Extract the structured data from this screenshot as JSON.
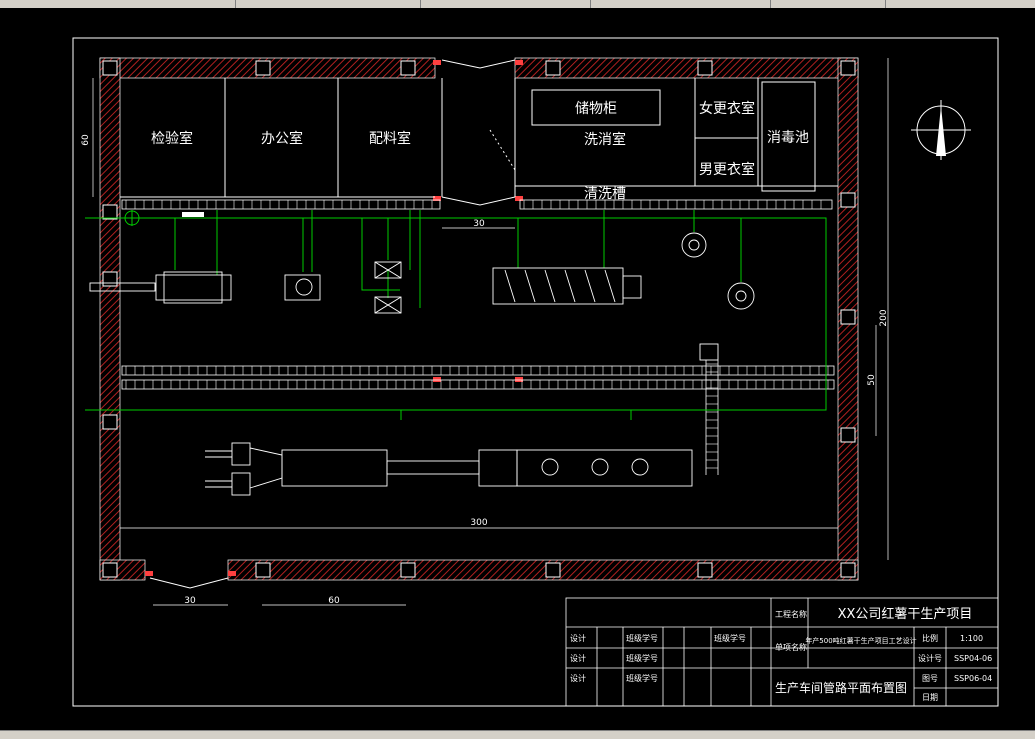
{
  "rooms": {
    "inspection": "检验室",
    "office": "办公室",
    "batching": "配料室",
    "storage_cabinet": "储物柜",
    "washroom": "洗消室",
    "female_locker": "女更衣室",
    "male_locker": "男更衣室",
    "disinfection_pool": "消毒池",
    "wash_tank": "清洗槽"
  },
  "dimensions": {
    "left_height": "60",
    "door_gap_top": "30",
    "right_total": "200",
    "right_sub": "50",
    "total_width": "300",
    "bottom_door": "30",
    "bottom_width": "60"
  },
  "title_block": {
    "project_label": "工程名称",
    "project_name": "XX公司红薯干生产项目",
    "unit_label": "单项名称",
    "unit_name": "年产500吨红薯干生产项目工艺设计",
    "drawing_title": "生产车间管路平面布置图",
    "rows": [
      {
        "role": "设计",
        "field": "班级学号"
      },
      {
        "role": "设计",
        "field": "班级学号"
      },
      {
        "role": "设计",
        "field": "班级学号"
      }
    ],
    "mid_label": "班级学号",
    "scale_label": "比例",
    "scale_value": "1:100",
    "design_no_label": "设计号",
    "design_no_value": "SSP04-06",
    "drawing_no_label": "图号",
    "drawing_no_value": "SSP06-04",
    "date_label": "日期"
  },
  "colors": {
    "background": "#000000",
    "lines": "#ffffff",
    "pipe": "#00cc00",
    "wall_hatch": "#b02020",
    "marker": "#ff4040"
  },
  "icons": {
    "north": "north-arrow-icon"
  }
}
